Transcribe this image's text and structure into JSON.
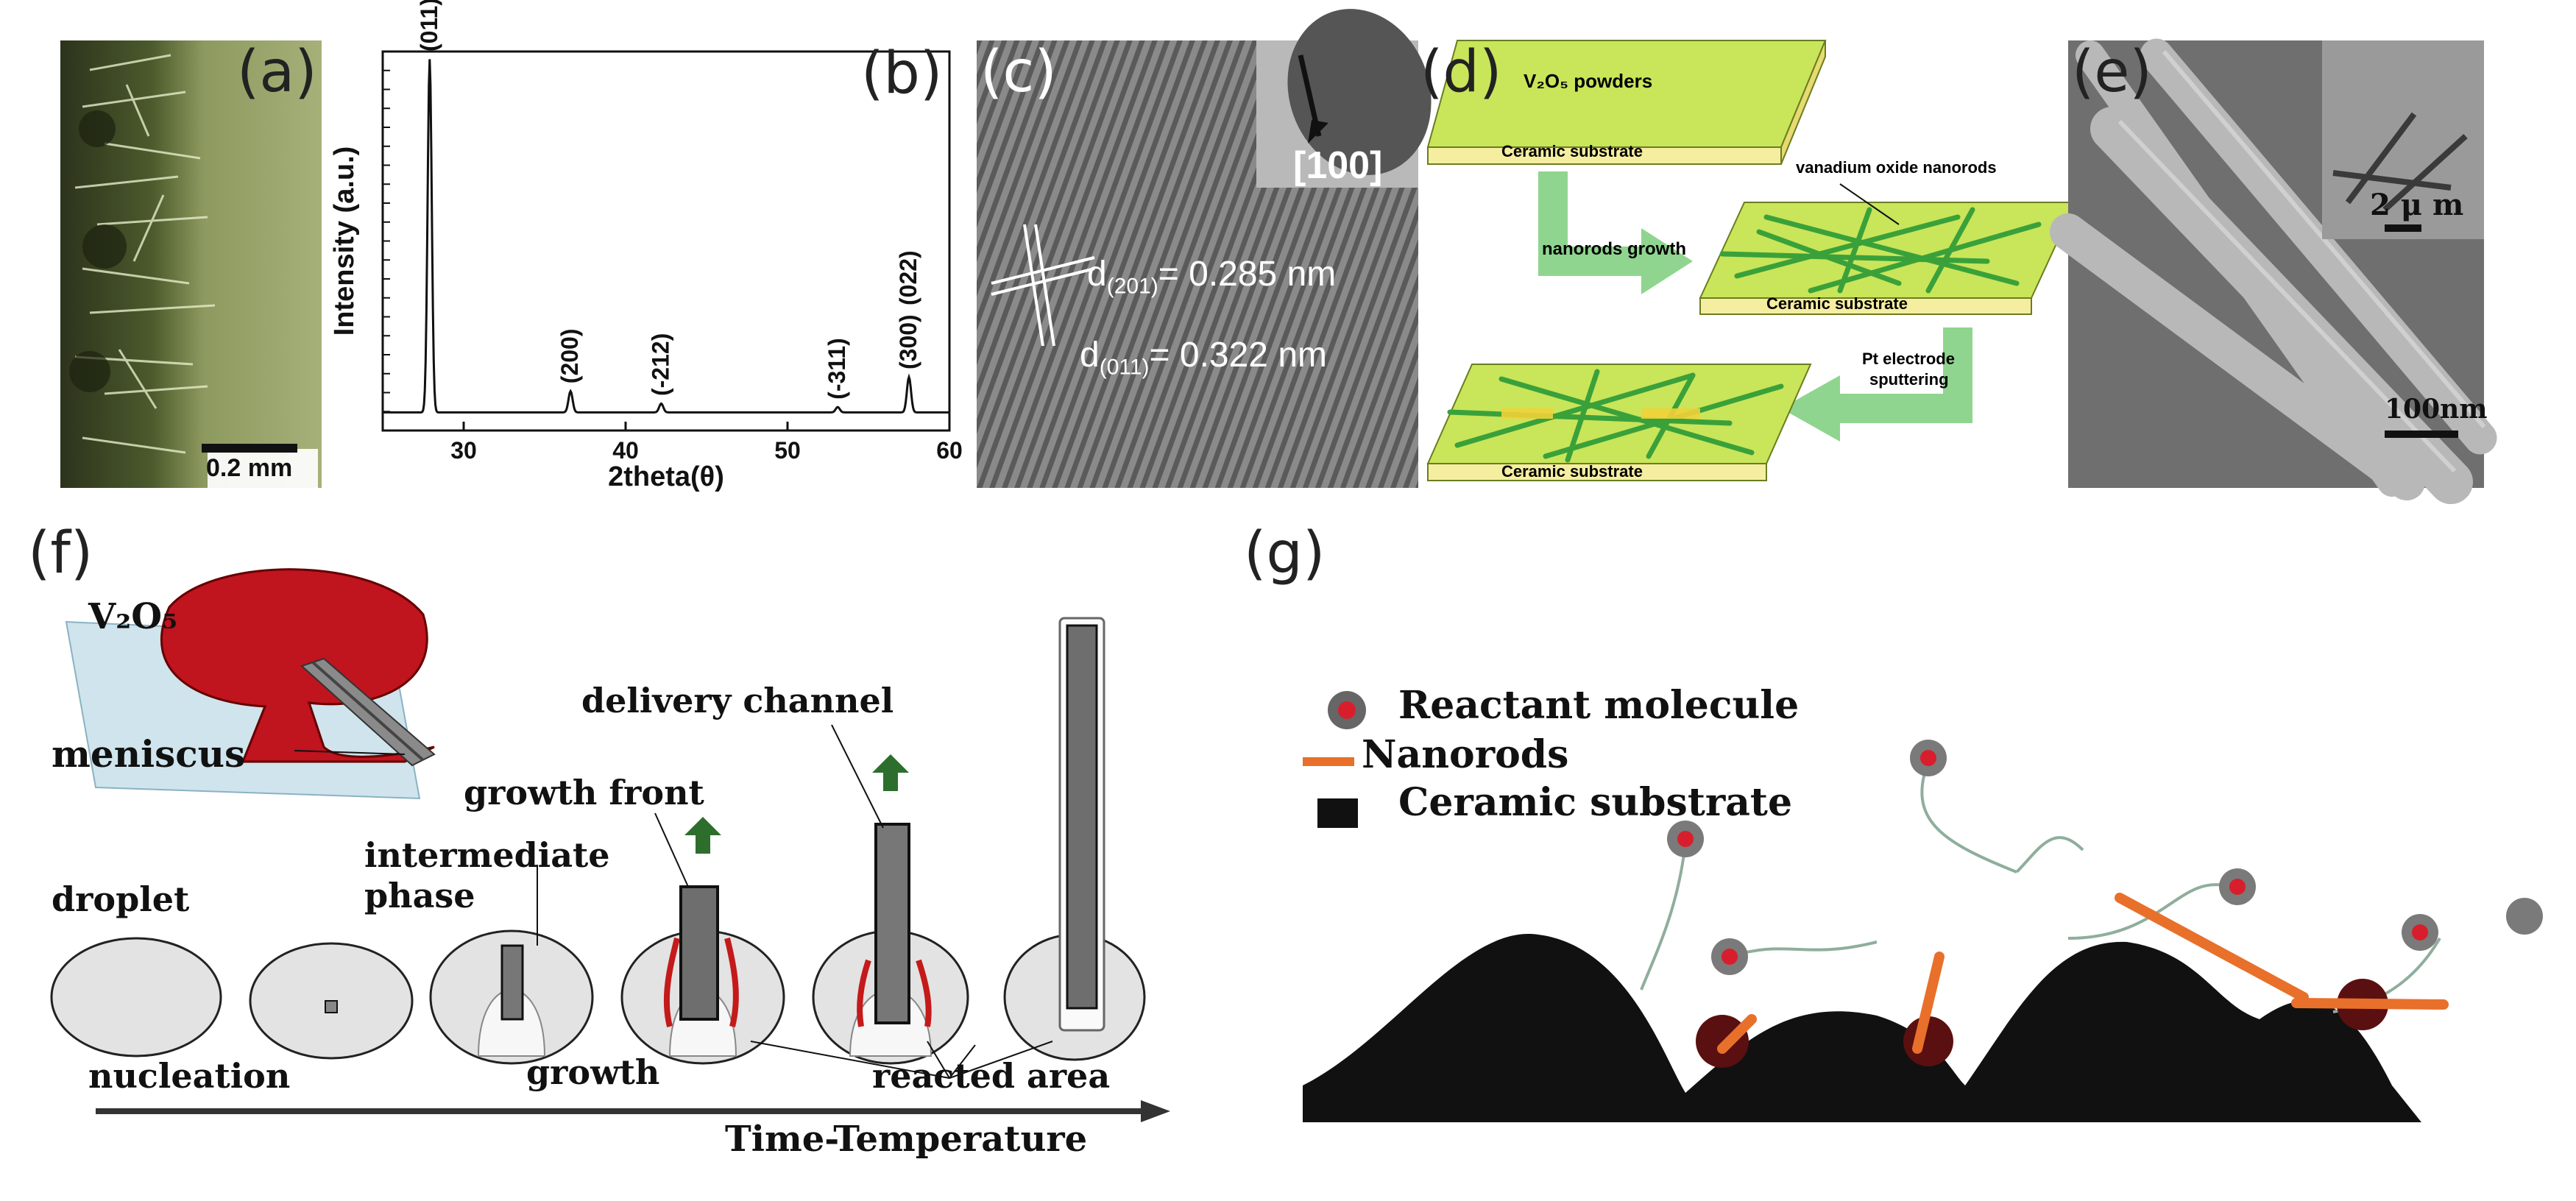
{
  "panels": {
    "a": {
      "label": "(a)",
      "scale_bar": "0.2 mm"
    },
    "b": {
      "label": "(b)",
      "chart_data": {
        "type": "line",
        "xlabel": "2theta(θ)",
        "ylabel": "Intensity (a.u.)",
        "xlim": [
          25,
          60
        ],
        "xticks": [
          30,
          40,
          50,
          60
        ],
        "peaks": [
          {
            "x": 27.9,
            "y": 1.0,
            "label": "(011)"
          },
          {
            "x": 36.6,
            "y": 0.06,
            "label": "(200)"
          },
          {
            "x": 42.2,
            "y": 0.025,
            "label": "(-212)"
          },
          {
            "x": 53.1,
            "y": 0.015,
            "label": "(-311)"
          },
          {
            "x": 57.5,
            "y": 0.1,
            "label": "(300)"
          }
        ],
        "extra_labels": [
          "(022)"
        ]
      }
    },
    "c": {
      "label": "(c)",
      "direction": "[100]",
      "d1_prefix": "d",
      "d1_sub": "(201)",
      "d1_value": "= 0.285 nm",
      "d2_prefix": "d",
      "d2_sub": "(011)",
      "d2_value": "= 0.322 nm"
    },
    "d": {
      "label": "(d)",
      "powder": "V₂O₅ powders",
      "substrate": "Ceramic substrate",
      "nanorods": "vanadium oxide nanorods",
      "step1": "nanorods growth",
      "step2_line1": "Pt electrode",
      "step2_line2": "sputtering"
    },
    "e": {
      "label": "(e)",
      "inset_scale": "2 μ m",
      "scale": "100nm"
    },
    "f": {
      "label": "(f)",
      "v2o5": "V₂O₅",
      "meniscus": "meniscus",
      "delivery": "delivery channel",
      "growth_front": "growth front",
      "intermediate1": "intermediate",
      "intermediate2": "phase",
      "droplet": "droplet",
      "nucleation": "nucleation",
      "growth": "growth",
      "reacted": "reacted area",
      "time_temp": "Time-Temperature"
    },
    "g": {
      "label": "(g)",
      "legend": [
        {
          "text": "Reactant molecule",
          "icon": "reactant-molecule-icon",
          "color": "#d81e2c"
        },
        {
          "text": "Nanorods",
          "icon": "nanorod-line-icon",
          "color": "#e8702a"
        },
        {
          "text": "Ceramic substrate",
          "icon": "substrate-block-icon",
          "color": "#111111"
        }
      ]
    }
  },
  "colors": {
    "green_plate": "#c9e55a",
    "green_rod": "#3aa13a",
    "arrow_green": "#8fd58f",
    "droplet_red": "#c0141e",
    "sheet_blue": "#cfe4ec",
    "orange_rod": "#e8702a"
  }
}
